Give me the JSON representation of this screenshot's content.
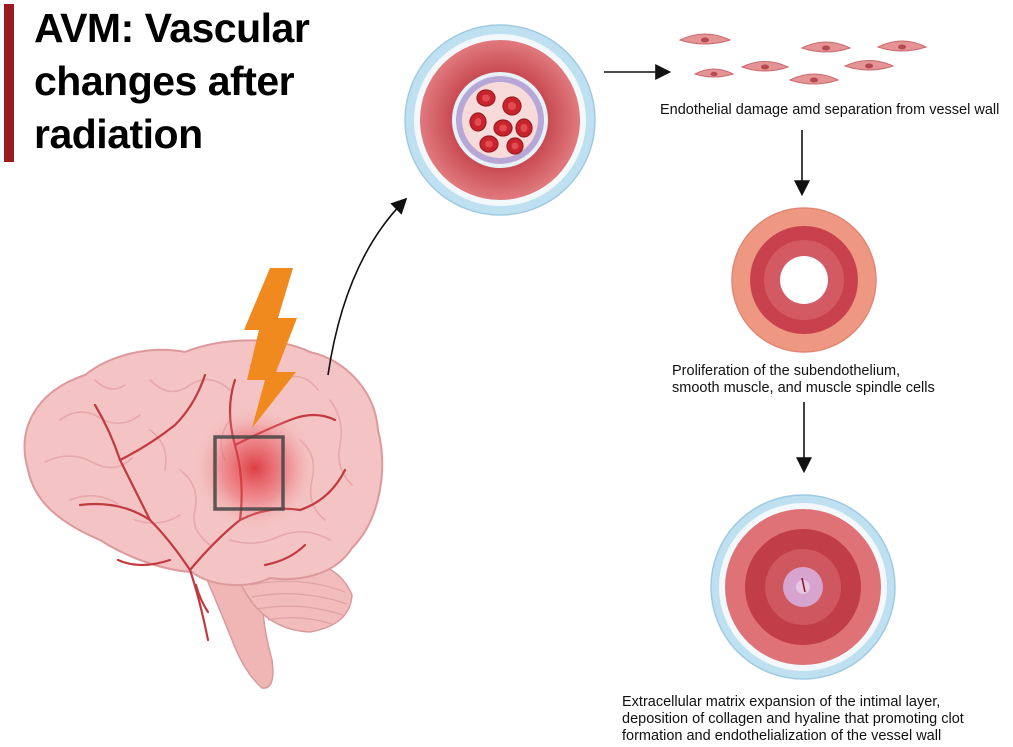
{
  "title_lines": [
    "AVM: Vascular",
    "changes after",
    "radiation"
  ],
  "captions": {
    "step1": "Endothelial damage amd separation from vessel wall",
    "step2": [
      "Proliferation of the subendothelium,",
      "smooth muscle,  and muscle spindle cells"
    ],
    "step3": [
      "Extracellular matrix expansion of the intimal layer,",
      "deposition of collagen and hyaline that promoting clot",
      "formation and endothelialization of the vessel wall"
    ]
  },
  "colors": {
    "title_accent": "#9b1c1f",
    "lightning": "#f0891e",
    "adventitia": "#bfe0f0",
    "media": "#d95c63",
    "brain": "#f4c3c3"
  }
}
